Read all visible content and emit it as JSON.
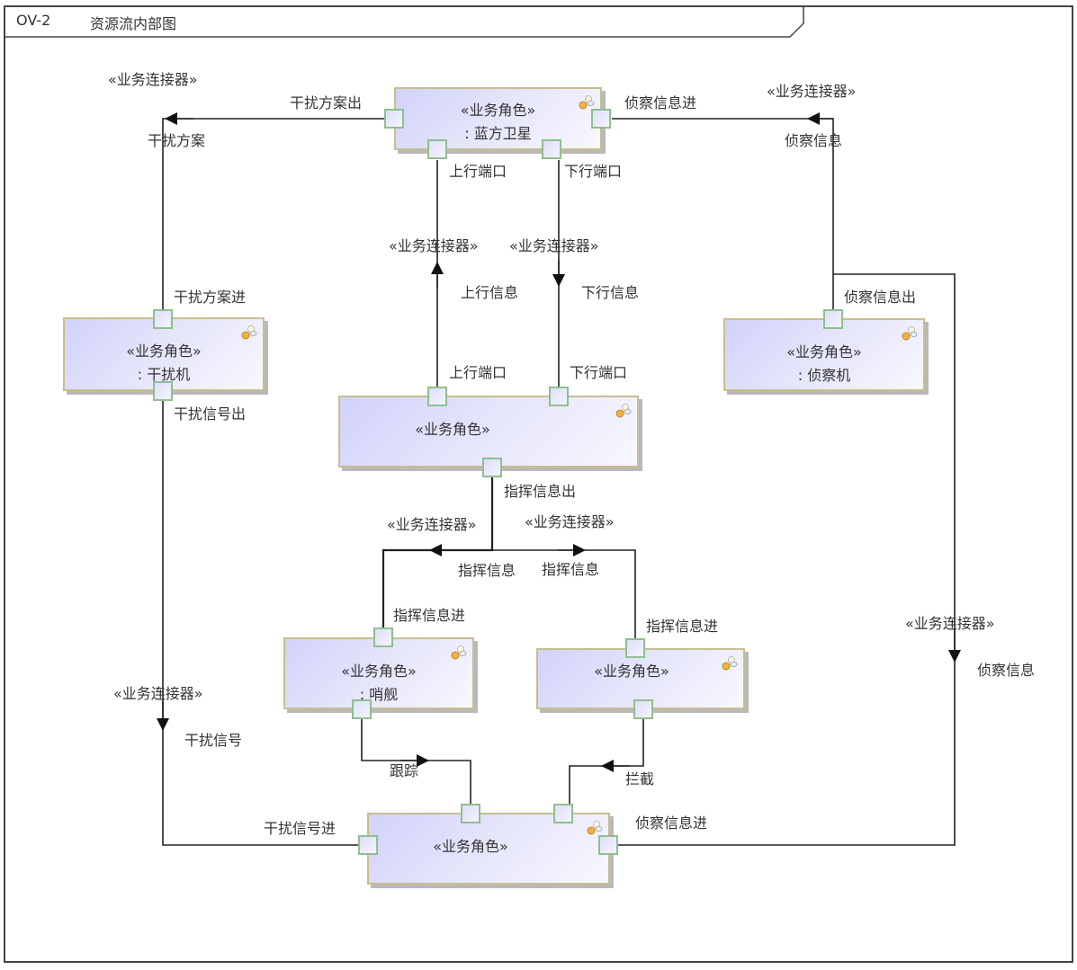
{
  "frame": {
    "kind": "OV-2",
    "title": "资源流内部图"
  },
  "stereotypes": {
    "role": "«业务角色»",
    "connector": "«业务连接器»"
  },
  "blocks": {
    "satellite": {
      "name": ": 蓝方卫星"
    },
    "jammer": {
      "name": ": 干扰机"
    },
    "recon": {
      "name": ": 侦察机"
    },
    "command": {
      "name": ""
    },
    "picket": {
      "name": ": 哨舰"
    },
    "interceptor": {
      "name": ""
    },
    "target": {
      "name": ""
    }
  },
  "ports": {
    "sat_jam_out": "干扰方案出",
    "sat_recon_in": "侦察信息进",
    "sat_up": "上行端口",
    "sat_down": "下行端口",
    "jam_in": "干扰方案进",
    "jam_sig_out": "干扰信号出",
    "recon_out": "侦察信息出",
    "cmd_up": "上行端口",
    "cmd_down": "下行端口",
    "cmd_out": "指挥信息出",
    "picket_in": "指挥信息进",
    "intc_in": "指挥信息进",
    "tgt_jam_in": "干扰信号进",
    "tgt_recon_in": "侦察信息进"
  },
  "flows": {
    "jam_plan": "干扰方案",
    "recon_info_top": "侦察信息",
    "uplink": "上行信息",
    "downlink": "下行信息",
    "cmd_left": "指挥信息",
    "cmd_right": "指挥信息",
    "jam_signal": "干扰信号",
    "recon_info_right": "侦察信息",
    "track": "跟踪",
    "intercept": "拦截"
  },
  "colors": {
    "block_border": "#c8bd8f",
    "block_fill": "#d2d2fb",
    "port_border": "#8fbf8f",
    "line": "#222222"
  }
}
